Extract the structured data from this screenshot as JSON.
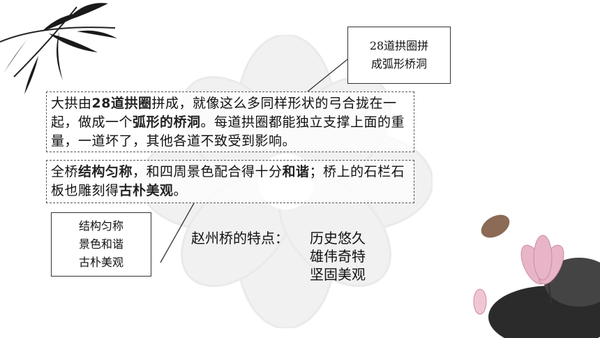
{
  "box1": {
    "p1": "大拱由",
    "h1": "28道拱圈",
    "p2": "拼成，就像这么多同样形状的弓合拢在一起，做成一个",
    "h2": "弧形的桥洞",
    "p3": "。每道拱圈都能独立支撑上面的重量，一道坏了，其他各道不致受到影响。"
  },
  "box2": {
    "p1": "全桥",
    "h1": "结构匀称",
    "p2": "，和四周景色配合得十分",
    "h2": "和谐",
    "p3": "；桥上的石栏石板也雕刻得",
    "h3": "古朴美观",
    "p4": "。"
  },
  "label_top": {
    "line1": "28道拱圈拼",
    "line2": "成弧形桥洞"
  },
  "label_left": {
    "line1": "结构匀称",
    "line2": "景色和谐",
    "line3": "古朴美观"
  },
  "features": {
    "prefix": "赵州桥的特点：",
    "items": [
      "历史悠久",
      "雄伟奇特",
      "坚固美观"
    ]
  },
  "decor": {
    "bamboo": "bamboo-icon",
    "lotus": "lotus-icon",
    "flower": "flower-watermark-icon"
  }
}
